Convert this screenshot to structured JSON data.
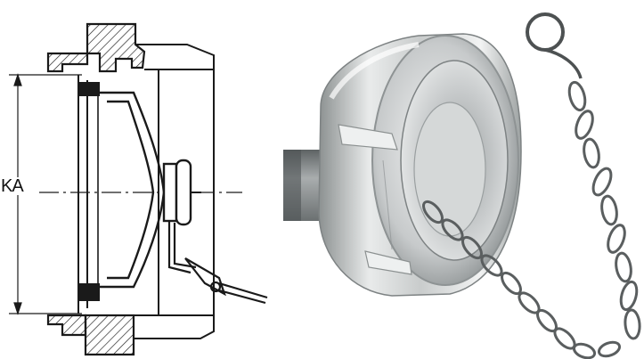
{
  "diagram": {
    "dimension_label": "KA"
  },
  "colors": {
    "ink": "#1a1a1a",
    "metal_light": "#e6e8e8",
    "metal_mid": "#b9bcbd",
    "metal_dark": "#7d8283",
    "background": "#ffffff"
  },
  "icons": {
    "cross_section": "coupling-cap-cross-section-drawing",
    "photo": "coupling-cap-photo",
    "chain": "chain-icon"
  }
}
